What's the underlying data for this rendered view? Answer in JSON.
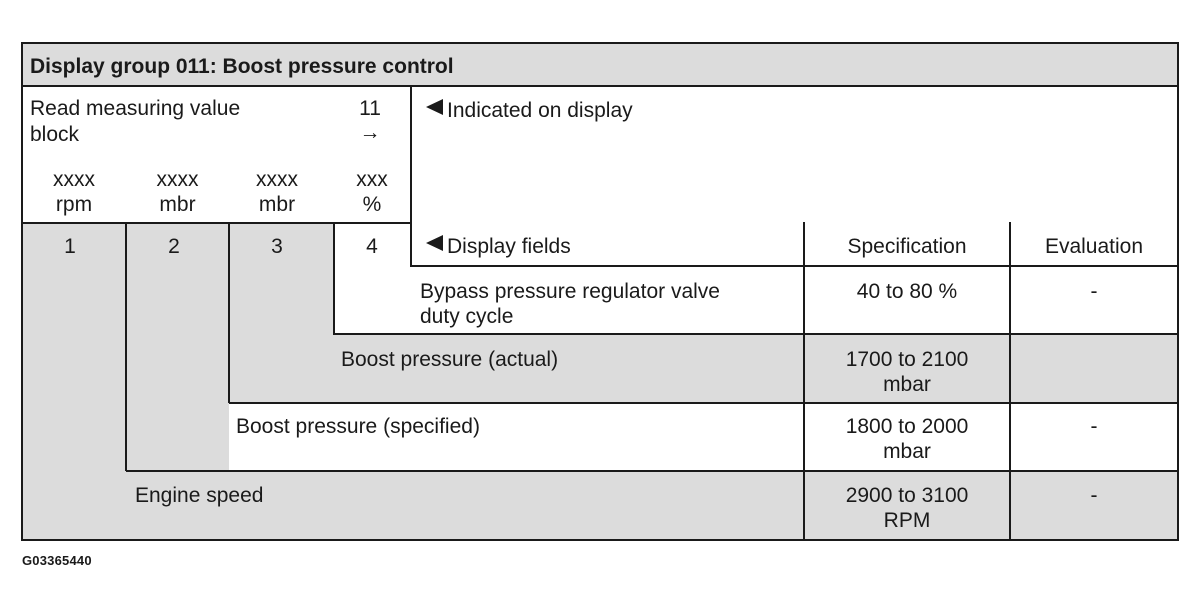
{
  "title": "Display group 011: Boost pressure control",
  "read_block": {
    "label_line1": "Read measuring value",
    "label_line2": "block",
    "group_number": "11",
    "arrow": "→"
  },
  "indicated_on_display": "Indicated on display",
  "display_fields_header": "Display fields",
  "specification_header": "Specification",
  "evaluation_header": "Evaluation",
  "field_placeholders": [
    {
      "value": "xxxx",
      "unit": "rpm"
    },
    {
      "value": "xxxx",
      "unit": "mbr"
    },
    {
      "value": "xxxx",
      "unit": "mbr"
    },
    {
      "value": "xxx",
      "unit": "%"
    }
  ],
  "field_numbers": [
    "1",
    "2",
    "3",
    "4"
  ],
  "rows": [
    {
      "field": "4",
      "label_line1": "Bypass pressure regulator valve",
      "label_line2": "duty cycle",
      "spec_line1": "40 to 80 %",
      "spec_line2": "",
      "evaluation": "-"
    },
    {
      "field": "3",
      "label_line1": "Boost pressure (actual)",
      "label_line2": "",
      "spec_line1": "1700 to 2100",
      "spec_line2": "mbar",
      "evaluation": ""
    },
    {
      "field": "2",
      "label_line1": "Boost pressure (specified)",
      "label_line2": "",
      "spec_line1": "1800 to 2000",
      "spec_line2": "mbar",
      "evaluation": "-"
    },
    {
      "field": "1",
      "label_line1": "Engine speed",
      "label_line2": "",
      "spec_line1": "2900 to 3100",
      "spec_line2": "RPM",
      "evaluation": "-"
    }
  ],
  "figure_ref": "G03365440",
  "colors": {
    "grey_fill": "#dcdcdc",
    "line": "#1a1a1a",
    "background": "#ffffff"
  },
  "icons": {
    "pointer": "left-pointing-triangle-icon"
  }
}
